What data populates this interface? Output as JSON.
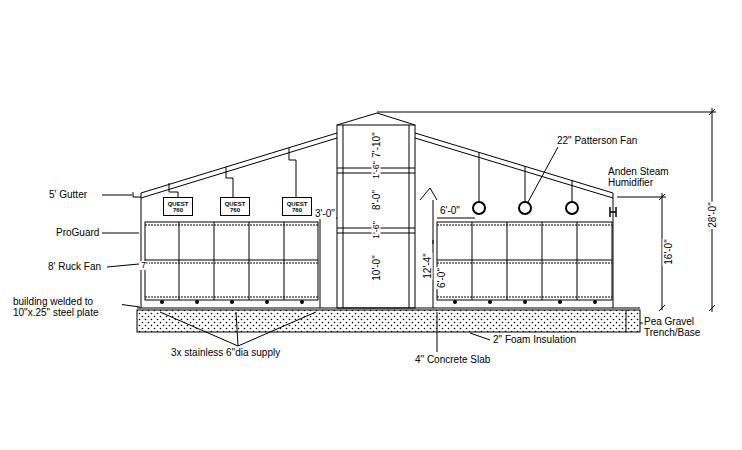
{
  "diagram": {
    "nodes": [
      {
        "text": [
          "QUEST 760"
        ]
      },
      {
        "text": [
          "QUEST 760"
        ]
      },
      {
        "text": [
          "QUEST 760"
        ]
      }
    ],
    "labels": [
      "5' Gutter",
      "ProGuard",
      "8' Ruck Fan",
      "building welded to 10\"x.25\" steel plate",
      "3x stainless 6\"dia supply",
      "4\" Concrete Slab",
      "2\" Foam Insulation",
      "Pea Gravel Trench/Base",
      "22\" Patterson Fan",
      "Anden Steam Humidifier",
      "28'-0\"",
      "16'-0\"",
      "3'-0\"",
      "6'-0\"",
      "12'-4\"",
      "6'-0\"",
      "7'-10\"",
      "1'-6\"",
      "8'-0\"",
      "1'-6\"",
      "10'-0\"",
      "7'"
    ]
  }
}
